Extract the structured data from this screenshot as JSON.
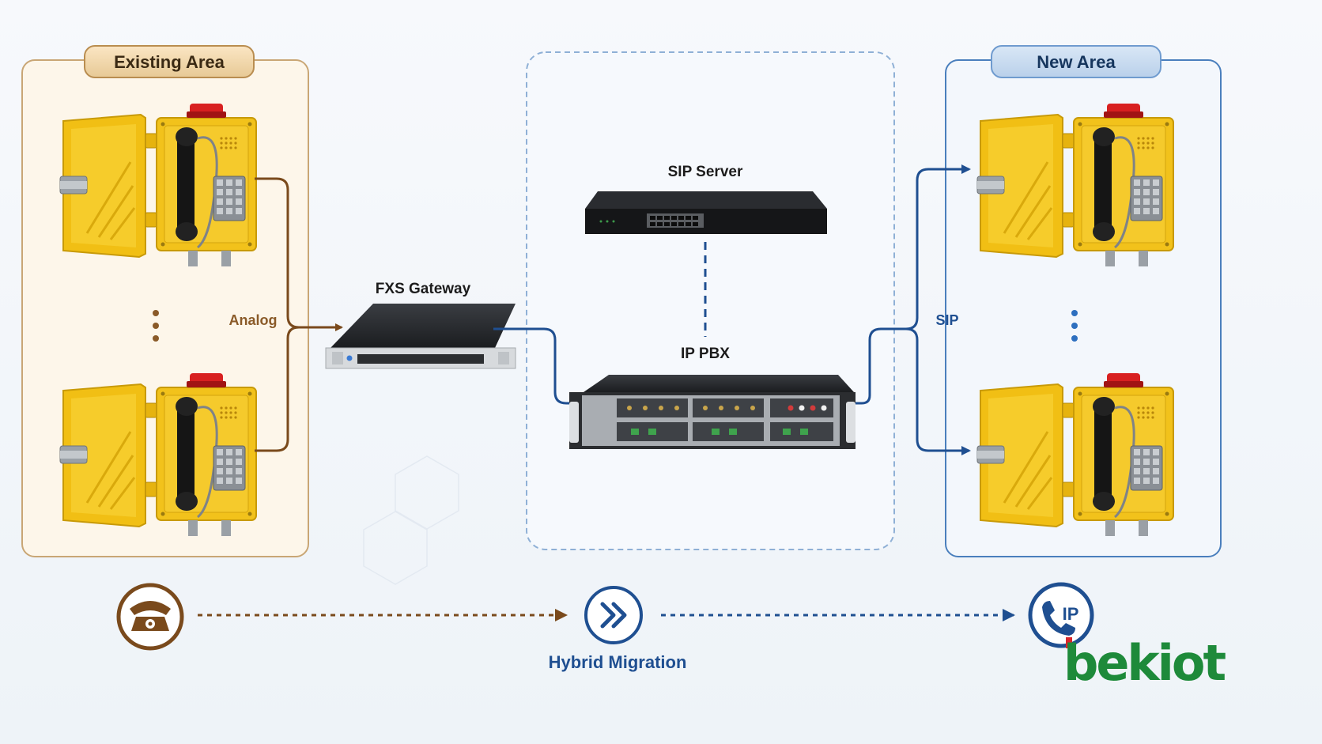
{
  "existing_area": {
    "title": "Existing Area",
    "link_label": "Analog"
  },
  "new_area": {
    "title": "New Area",
    "link_label": "SIP"
  },
  "devices": {
    "fxs_gateway": "FXS Gateway",
    "sip_server": "SIP Server",
    "ip_pbx": "IP PBX"
  },
  "migration": {
    "label": "Hybrid Migration",
    "end_icon_text": "IP"
  },
  "brand": {
    "logo_text": "bekiot"
  },
  "colors": {
    "analog_brown": "#7a4a1c",
    "ip_blue": "#1f4f91",
    "phone_yellow": "#f2c21b",
    "existing_bg": "#fdf3e3",
    "new_bg": "#eef4fb",
    "logo_green": "#1e8a3a",
    "logo_red": "#d8262b"
  }
}
